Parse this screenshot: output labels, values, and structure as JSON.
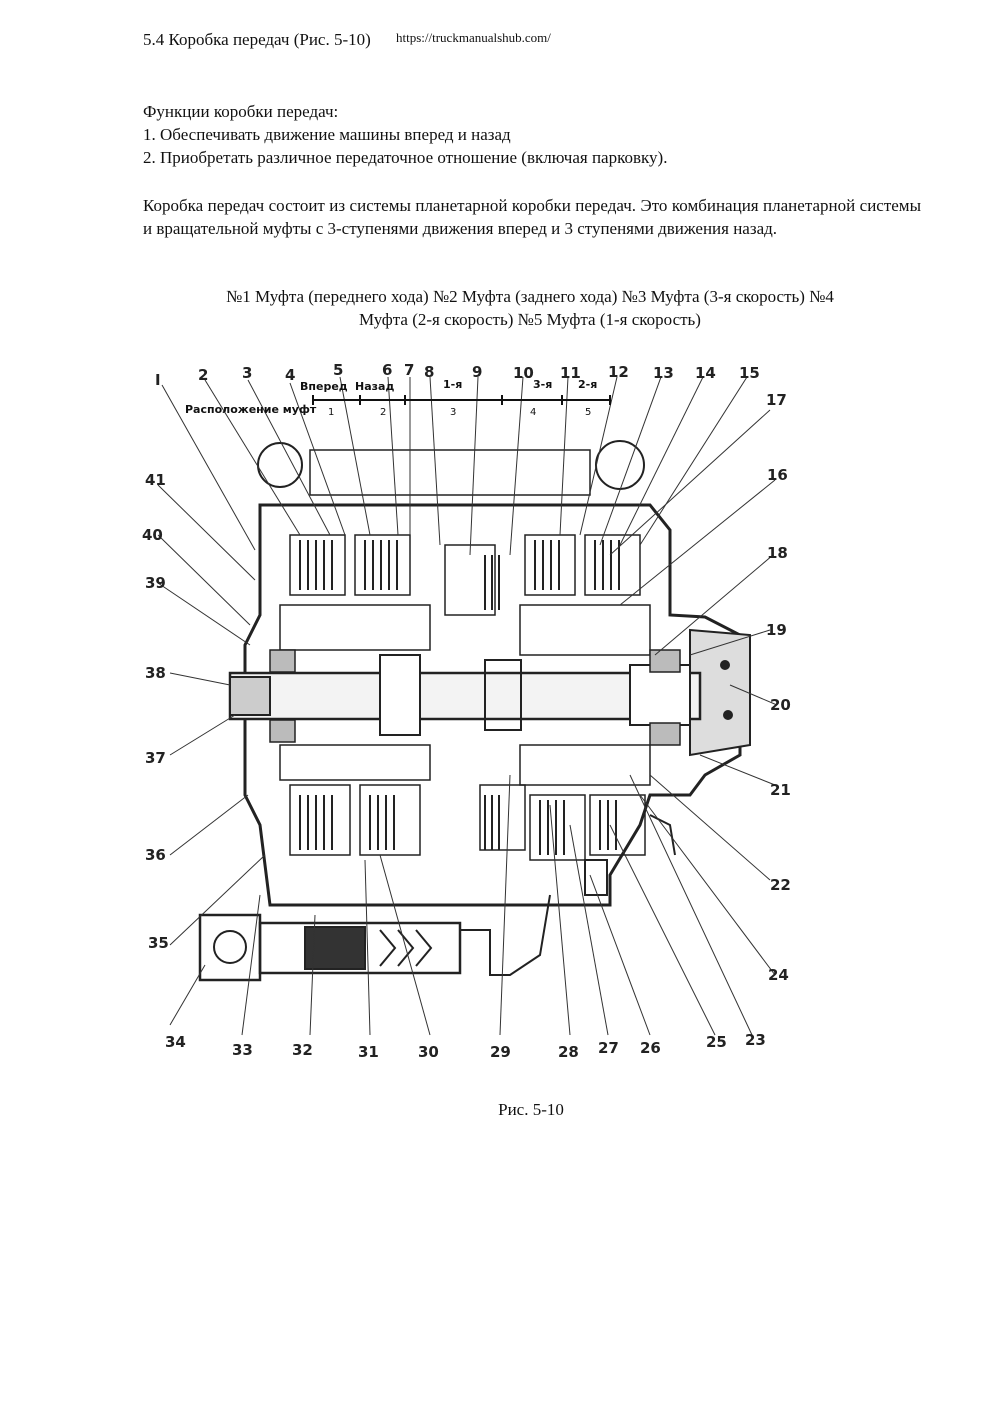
{
  "header": {
    "title": "5.4 Коробка передач (Рис. 5-10)",
    "url": "https://truckmanualshub.com/"
  },
  "functions": {
    "title": "Функции коробки передач:",
    "items": [
      "1. Обеспечивать движение машины вперед и назад",
      "2. Приобретать различное передаточное отношение (включая парковку)."
    ]
  },
  "description": "Коробка передач состоит из системы планетарной коробки передач. Это комбинация планетарной системы и вращательной муфты с 3-ступенями  движения вперед  и 3 ступенями движения назад.",
  "clutch_legend": {
    "line1": "№1 Муфта (переднего хода)  №2 Муфта (заднего хода)  №3 Муфта (3-я скорость)  №4",
    "line2": "Муфта (2-я скорость)  №5 Муфта (1-я скорость)"
  },
  "figure": {
    "caption": "Рис. 5-10",
    "label_clutch_location": "Расположение муфт",
    "label_forward": "Вперед",
    "label_reverse": "Назад",
    "label_1st": "1-я",
    "label_3rd": "3-я",
    "label_2nd": "2-я",
    "clutch_numbers": [
      "1",
      "2",
      "3",
      "4",
      "5"
    ],
    "top_labels": [
      "I",
      "2",
      "3",
      "4",
      "5",
      "6",
      "7",
      "8",
      "9",
      "10",
      "11",
      "12",
      "13",
      "14",
      "15",
      "17"
    ],
    "right_labels": [
      "16",
      "18",
      "19",
      "20",
      "21",
      "22",
      "24",
      "23"
    ],
    "left_labels": [
      "41",
      "40",
      "39",
      "38",
      "37",
      "36",
      "35",
      "34"
    ],
    "bottom_labels": [
      "33",
      "32",
      "31",
      "30",
      "29",
      "28",
      "27",
      "26",
      "25"
    ]
  }
}
